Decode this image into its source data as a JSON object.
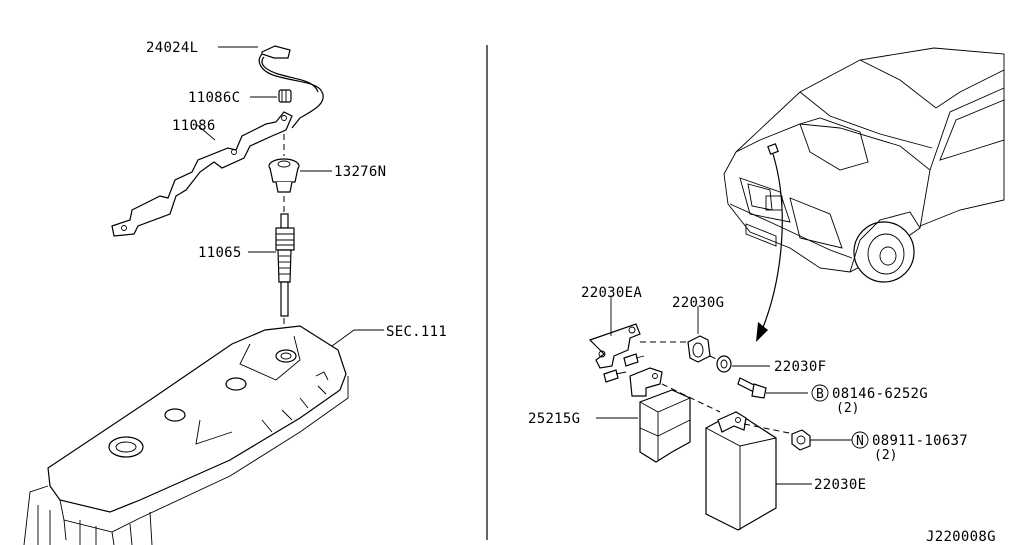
{
  "labels": {
    "p24024L": "24024L",
    "p11086C": "11086C",
    "p11086": "11086",
    "p13276N": "13276N",
    "p11065": "11065",
    "sec111": "SEC.111",
    "p22030EA": "22030EA",
    "p22030G": "22030G",
    "p22030F": "22030F",
    "bolt_code": "B",
    "bolt_part": "08146-6252G",
    "bolt_qty": "(2)",
    "nut_code": "N",
    "nut_part": "08911-10637",
    "nut_qty": "(2)",
    "p25215G": "25215G",
    "p22030E": "22030E",
    "diagram_id": "J220008G"
  }
}
